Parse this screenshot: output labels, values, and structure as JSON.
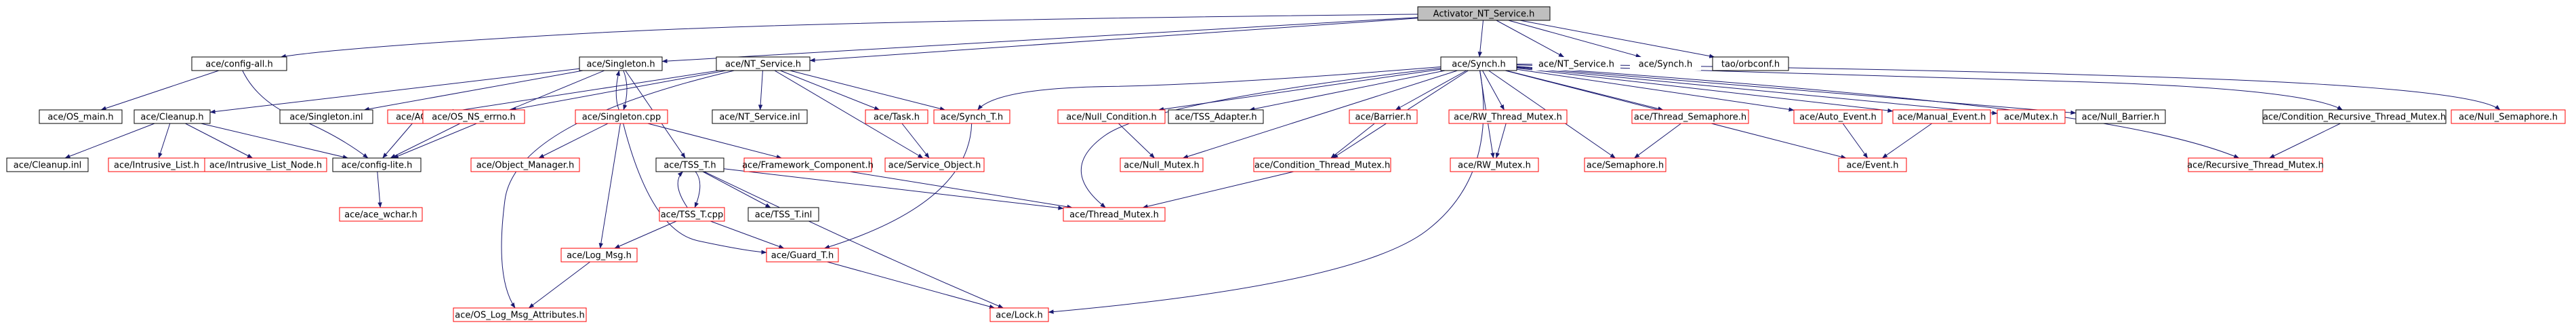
{
  "root": "Activator_NT_Service.h",
  "colors": {
    "root_fill": "#bfbfbf",
    "normal_border": "#000000",
    "missing_border": "#ff0000",
    "edge": "#191970"
  },
  "nodes": [
    {
      "id": "root",
      "label": "Activator_NT_Service.h",
      "style": "root"
    },
    {
      "id": "config_all",
      "label": "ace/config-all.h",
      "style": "normal"
    },
    {
      "id": "singleton_h",
      "label": "ace/Singleton.h",
      "style": "normal"
    },
    {
      "id": "nt_service_h",
      "label": "ace/NT_Service.h",
      "style": "normal"
    },
    {
      "id": "synch_h",
      "label": "ace/Synch.h",
      "style": "normal"
    },
    {
      "id": "nt_service_plain",
      "label": "ace/NT_Service.h",
      "style": "plain"
    },
    {
      "id": "synch_plain",
      "label": "ace/Synch.h",
      "style": "plain"
    },
    {
      "id": "orbconf",
      "label": "tao/orbconf.h",
      "style": "normal"
    },
    {
      "id": "os_main",
      "label": "ace/OS_main.h",
      "style": "normal"
    },
    {
      "id": "cleanup_h",
      "label": "ace/Cleanup.h",
      "style": "normal"
    },
    {
      "id": "singleton_inl",
      "label": "ace/Singleton.inl",
      "style": "normal"
    },
    {
      "id": "ace_h",
      "label": "ace/ACE.h",
      "style": "missing"
    },
    {
      "id": "os_ns_errno",
      "label": "ace/OS_NS_errno.h",
      "style": "missing"
    },
    {
      "id": "singleton_cpp",
      "label": "ace/Singleton.cpp",
      "style": "missing"
    },
    {
      "id": "nt_service_inl",
      "label": "ace/NT_Service.inl",
      "style": "normal"
    },
    {
      "id": "task_h",
      "label": "ace/Task.h",
      "style": "missing"
    },
    {
      "id": "synch_t_h",
      "label": "ace/Synch_T.h",
      "style": "missing"
    },
    {
      "id": "null_condition",
      "label": "ace/Null_Condition.h",
      "style": "missing"
    },
    {
      "id": "tss_adapter",
      "label": "ace/TSS_Adapter.h",
      "style": "normal"
    },
    {
      "id": "barrier_h",
      "label": "ace/Barrier.h",
      "style": "missing"
    },
    {
      "id": "rw_thread_mutex",
      "label": "ace/RW_Thread_Mutex.h",
      "style": "missing"
    },
    {
      "id": "thread_semaphore",
      "label": "ace/Thread_Semaphore.h",
      "style": "missing"
    },
    {
      "id": "auto_event",
      "label": "ace/Auto_Event.h",
      "style": "missing"
    },
    {
      "id": "manual_event",
      "label": "ace/Manual_Event.h",
      "style": "missing"
    },
    {
      "id": "mutex_h",
      "label": "ace/Mutex.h",
      "style": "missing"
    },
    {
      "id": "null_barrier",
      "label": "ace/Null_Barrier.h",
      "style": "normal"
    },
    {
      "id": "cond_recursive",
      "label": "ace/Condition_Recursive_Thread_Mutex.h",
      "style": "normal"
    },
    {
      "id": "null_semaphore",
      "label": "ace/Null_Semaphore.h",
      "style": "missing"
    },
    {
      "id": "cleanup_inl",
      "label": "ace/Cleanup.inl",
      "style": "normal"
    },
    {
      "id": "intrusive_list",
      "label": "ace/Intrusive_List.h",
      "style": "missing"
    },
    {
      "id": "intrusive_list_node",
      "label": "ace/Intrusive_List_Node.h",
      "style": "missing"
    },
    {
      "id": "config_lite",
      "label": "ace/config-lite.h",
      "style": "normal"
    },
    {
      "id": "object_manager",
      "label": "ace/Object_Manager.h",
      "style": "missing"
    },
    {
      "id": "tss_t_h",
      "label": "ace/TSS_T.h",
      "style": "normal"
    },
    {
      "id": "framework_component",
      "label": "ace/Framework_Component.h",
      "style": "missing"
    },
    {
      "id": "service_object",
      "label": "ace/Service_Object.h",
      "style": "missing"
    },
    {
      "id": "null_mutex",
      "label": "ace/Null_Mutex.h",
      "style": "missing"
    },
    {
      "id": "cond_thread_mutex",
      "label": "ace/Condition_Thread_Mutex.h",
      "style": "missing"
    },
    {
      "id": "rw_mutex",
      "label": "ace/RW_Mutex.h",
      "style": "missing"
    },
    {
      "id": "semaphore_h",
      "label": "ace/Semaphore.h",
      "style": "missing"
    },
    {
      "id": "event_h",
      "label": "ace/Event.h",
      "style": "missing"
    },
    {
      "id": "recursive_thread_mutex",
      "label": "ace/Recursive_Thread_Mutex.h",
      "style": "missing"
    },
    {
      "id": "ace_wchar",
      "label": "ace/ace_wchar.h",
      "style": "missing"
    },
    {
      "id": "tss_t_cpp",
      "label": "ace/TSS_T.cpp",
      "style": "missing"
    },
    {
      "id": "tss_t_inl",
      "label": "ace/TSS_T.inl",
      "style": "normal"
    },
    {
      "id": "thread_mutex",
      "label": "ace/Thread_Mutex.h",
      "style": "missing"
    },
    {
      "id": "log_msg",
      "label": "ace/Log_Msg.h",
      "style": "missing"
    },
    {
      "id": "guard_t",
      "label": "ace/Guard_T.h",
      "style": "missing"
    },
    {
      "id": "os_log_msg_attr",
      "label": "ace/OS_Log_Msg_Attributes.h",
      "style": "missing"
    },
    {
      "id": "lock_h",
      "label": "ace/Lock.h",
      "style": "missing"
    }
  ],
  "edges": [
    [
      "root",
      "config_all"
    ],
    [
      "root",
      "singleton_h"
    ],
    [
      "root",
      "nt_service_h"
    ],
    [
      "root",
      "synch_h"
    ],
    [
      "root",
      "nt_service_plain"
    ],
    [
      "root",
      "synch_plain"
    ],
    [
      "root",
      "orbconf"
    ],
    [
      "config_all",
      "os_main"
    ],
    [
      "config_all",
      "config_lite"
    ],
    [
      "singleton_h",
      "cleanup_h"
    ],
    [
      "singleton_h",
      "singleton_inl"
    ],
    [
      "singleton_h",
      "singleton_cpp"
    ],
    [
      "singleton_h",
      "tss_t_h"
    ],
    [
      "singleton_h",
      "config_lite"
    ],
    [
      "nt_service_h",
      "ace_h"
    ],
    [
      "nt_service_h",
      "os_ns_errno"
    ],
    [
      "nt_service_h",
      "nt_service_inl"
    ],
    [
      "nt_service_h",
      "task_h"
    ],
    [
      "nt_service_h",
      "service_object"
    ],
    [
      "nt_service_h",
      "synch_t_h"
    ],
    [
      "nt_service_h",
      "os_log_msg_attr"
    ],
    [
      "synch_h",
      "synch_t_h"
    ],
    [
      "synch_h",
      "null_condition"
    ],
    [
      "synch_h",
      "tss_adapter"
    ],
    [
      "synch_h",
      "barrier_h"
    ],
    [
      "synch_h",
      "rw_thread_mutex"
    ],
    [
      "synch_h",
      "thread_semaphore"
    ],
    [
      "synch_h",
      "auto_event"
    ],
    [
      "synch_h",
      "manual_event"
    ],
    [
      "synch_h",
      "mutex_h"
    ],
    [
      "synch_h",
      "null_barrier"
    ],
    [
      "synch_h",
      "cond_recursive"
    ],
    [
      "synch_h",
      "null_semaphore"
    ],
    [
      "synch_h",
      "null_mutex"
    ],
    [
      "synch_h",
      "cond_thread_mutex"
    ],
    [
      "synch_h",
      "rw_mutex"
    ],
    [
      "synch_h",
      "semaphore_h"
    ],
    [
      "synch_h",
      "event_h"
    ],
    [
      "synch_h",
      "recursive_thread_mutex"
    ],
    [
      "synch_h",
      "thread_mutex"
    ],
    [
      "synch_h",
      "lock_h"
    ],
    [
      "cleanup_h",
      "cleanup_inl"
    ],
    [
      "cleanup_h",
      "intrusive_list"
    ],
    [
      "cleanup_h",
      "intrusive_list_node"
    ],
    [
      "cleanup_h",
      "config_lite"
    ],
    [
      "ace_h",
      "config_lite"
    ],
    [
      "os_ns_errno",
      "config_lite"
    ],
    [
      "singleton_cpp",
      "singleton_h"
    ],
    [
      "singleton_cpp",
      "object_manager"
    ],
    [
      "singleton_cpp",
      "framework_component"
    ],
    [
      "singleton_cpp",
      "log_msg"
    ],
    [
      "singleton_cpp",
      "guard_t"
    ],
    [
      "task_h",
      "service_object"
    ],
    [
      "synch_t_h",
      "guard_t"
    ],
    [
      "null_condition",
      "null_mutex"
    ],
    [
      "barrier_h",
      "cond_thread_mutex"
    ],
    [
      "rw_thread_mutex",
      "rw_mutex"
    ],
    [
      "thread_semaphore",
      "semaphore_h"
    ],
    [
      "auto_event",
      "event_h"
    ],
    [
      "manual_event",
      "event_h"
    ],
    [
      "cond_recursive",
      "recursive_thread_mutex"
    ],
    [
      "config_lite",
      "ace_wchar"
    ],
    [
      "tss_t_h",
      "tss_t_cpp"
    ],
    [
      "tss_t_h",
      "tss_t_inl"
    ],
    [
      "tss_t_h",
      "thread_mutex"
    ],
    [
      "tss_t_h",
      "lock_h"
    ],
    [
      "tss_t_cpp",
      "tss_t_h"
    ],
    [
      "tss_t_cpp",
      "log_msg"
    ],
    [
      "tss_t_cpp",
      "guard_t"
    ],
    [
      "framework_component",
      "thread_mutex"
    ],
    [
      "cond_thread_mutex",
      "thread_mutex"
    ],
    [
      "log_msg",
      "os_log_msg_attr"
    ],
    [
      "guard_t",
      "lock_h"
    ]
  ]
}
